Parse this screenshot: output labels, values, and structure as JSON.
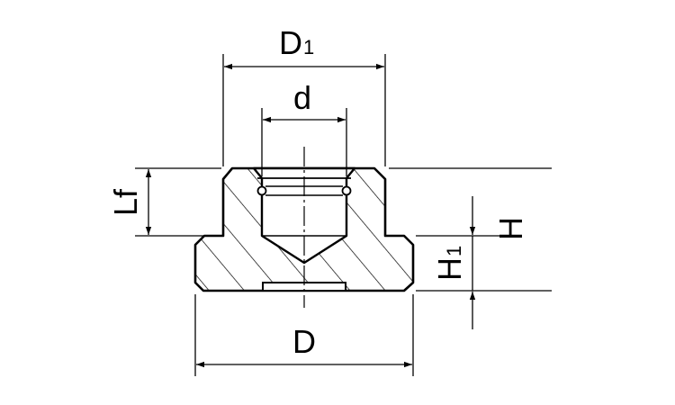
{
  "labels": {
    "d1_main": "D",
    "d1_sub": "1",
    "d": "d",
    "lf": "Lf",
    "h": "H",
    "h1_main": "H",
    "h1_sub": "1",
    "d_outer": "D"
  },
  "colors": {
    "line": "#000000",
    "background": "#ffffff"
  }
}
